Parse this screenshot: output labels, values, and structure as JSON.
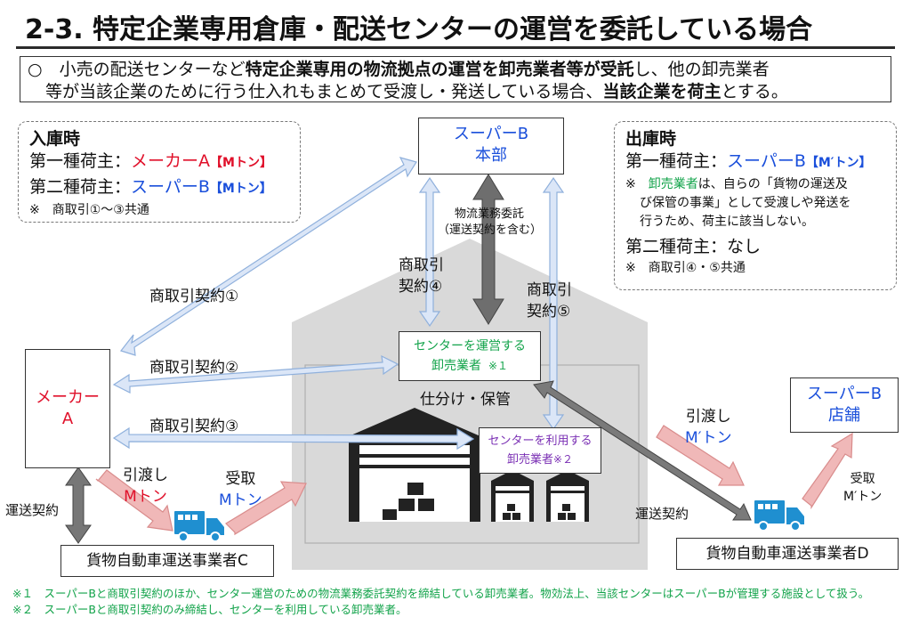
{
  "title": "2-3. 特定企業専用倉庫・配送センターの運営を委託している場合",
  "intro": {
    "l1a": "○　小売の配送センターなど",
    "l1b": "特定企業専用の物流拠点の運営を卸売業者等が受託",
    "l1c": "し、他の卸売業者",
    "l2a": "等が当該企業のために行う仕入れもまとめて受渡し・発送している場合、",
    "l2b": "当該企業を荷主",
    "l2c": "とする。"
  },
  "inbound": {
    "heading": "入庫時",
    "first_label": "第一種荷主：",
    "first_value": "メーカーA",
    "first_unit": "【Mトン】",
    "second_label": "第二種荷主：",
    "second_value": "スーパーB",
    "second_unit": "【Mトン】",
    "note": "※　商取引①～③共通"
  },
  "outbound": {
    "heading": "出庫時",
    "first_label": "第一種荷主：",
    "first_value": "スーパーB",
    "first_unit": "【M′トン】",
    "note1_prefix": "※　",
    "note1_hl": "卸売業者",
    "note1_a": "は、自らの「貨物の運送及",
    "note1_b": "び保管の事業」として受渡しや発送を",
    "note1_c": "行うため、荷主に該当しない。",
    "second": "第二種荷主：なし",
    "note2": "※　商取引④・⑤共通"
  },
  "nodes": {
    "super_hq_1": "スーパーB",
    "super_hq_2": "本部",
    "maker_1": "メーカー",
    "maker_2": "A",
    "center_op_1": "センターを運営する",
    "center_op_2": "卸売業者",
    "center_op_mark": "※１",
    "center_user_1": "センターを利用する",
    "center_user_2": "卸売業者",
    "center_user_mark": "※２",
    "super_store_1": "スーパーB",
    "super_store_2": "店舗",
    "carrier_c": "貨物自動車運送事業者C",
    "carrier_d": "貨物自動車運送事業者D",
    "sorting": "仕分け・保管"
  },
  "labels": {
    "contract1": "商取引契約①",
    "contract2": "商取引契約②",
    "contract3": "商取引契約③",
    "contract4_a": "商取引",
    "contract4_b": "契約④",
    "contract5_a": "商取引",
    "contract5_b": "契約⑤",
    "logistics_a": "物流業務委託",
    "logistics_b": "（運送契約を含む）",
    "transport_left": "運送契約",
    "transport_right": "運送契約",
    "deliver_left_a": "引渡し",
    "deliver_left_b": "Mトン",
    "receive_left_a": "受取",
    "receive_left_b": "Mトン",
    "deliver_right_a": "引渡し",
    "deliver_right_b": "M′トン",
    "receive_right_a": "受取",
    "receive_right_b": "M′トン"
  },
  "footnotes": {
    "f1": "※１　スーパーBと商取引契約のほか、センター運営のための物流業務委託契約を締結している卸売業者。物効法上、当該センターはスーパーBが管理する施設として扱う。",
    "f2": "※２　スーパーBと商取引契約のみ締結し、センターを利用している卸売業者。"
  },
  "colors": {
    "blue_text": "#1a4fdb",
    "red_text": "#e0102a",
    "green_text": "#12a34a",
    "purple_text": "#7a2fb4",
    "contract_arrow_fill": "#dbe6f7",
    "contract_arrow_stroke": "#8fb0dc",
    "flow_arrow_fill": "#f0b8b8",
    "flow_arrow_stroke": "#d98c8c",
    "dark_arrow": "#777777",
    "house": "#d9d9d9",
    "truck": "#1f8fd0"
  },
  "icons": [
    "warehouse-icon",
    "truck-icon"
  ]
}
